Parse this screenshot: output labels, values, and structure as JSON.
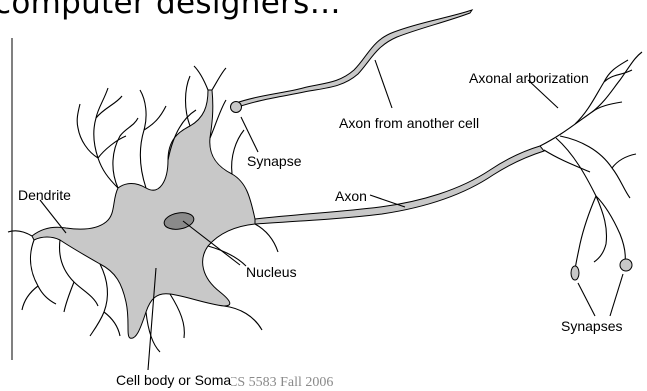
{
  "slide": {
    "title": "computer designers…",
    "footer": "CS 5583 Fall 2006"
  },
  "diagram": {
    "labels": {
      "axonal_arborization": "Axonal arborization",
      "axon_from_another_cell": "Axon from another cell",
      "synapse": "Synapse",
      "dendrite": "Dendrite",
      "axon": "Axon",
      "nucleus": "Nucleus",
      "synapses": "Synapses",
      "cell_body": "Cell body or Soma"
    },
    "colors": {
      "fill": "#c8c8c8",
      "nucleus_fill": "#8a8a8a",
      "stroke": "#000000",
      "footer": "#8a8a8a"
    }
  }
}
